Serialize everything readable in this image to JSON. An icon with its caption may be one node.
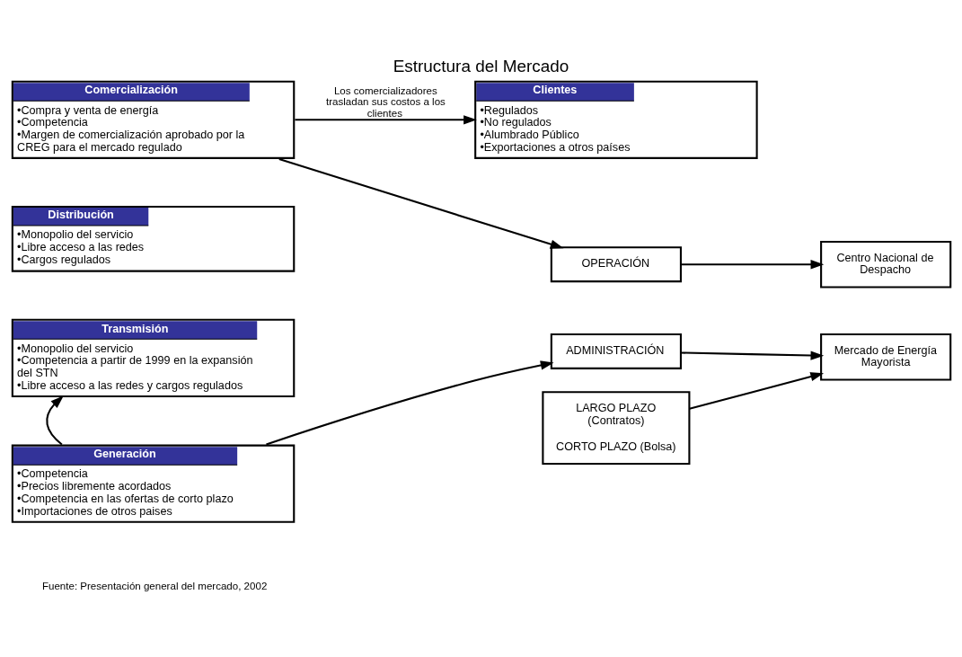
{
  "diagram": {
    "title": "Estructura del Mercado",
    "caption": "Fuente: Presentación general del mercado, 2002",
    "nodes": [
      {
        "text": [
          "Clientes",
          "•Regulados",
          "•No regulados",
          "•Alumbrado Público",
          "•Exportaciones a otros países"
        ]
      },
      {
        "text": [
          "Comercialización",
          "•Compra y venta de energía",
          "•Competencia",
          "•Margen de comercialización aprobado por la CREG para el mercado regulado"
        ]
      },
      {
        "text": [
          "Distribución",
          "•Monopolio del servicio",
          "•Libre acceso a las redes",
          "•Cargos regulados"
        ]
      },
      {
        "text": [
          "Transmisión",
          "•Monopolio del servicio",
          "•Competencia a partir de 1999 en la expansión del STN",
          "•Libre acceso a las redes y cargos regulados"
        ]
      },
      {
        "text": [
          "Generación",
          "•Competencia",
          "•Precios libremente acordados",
          "•Competencia en las ofertas de corto plazo",
          "•Importaciones de otros paises"
        ]
      },
      {
        "text": [
          "OPERACIÓN"
        ]
      },
      {
        "text": [
          "ADMINISTRACIÓN"
        ]
      },
      {
        "text": [
          "Centro Nacional de Despacho"
        ]
      },
      {
        "text": [
          "Mercado de Energía Mayorista"
        ]
      },
      {
        "text": [
          "LARGO PLAZO (Contratos)",
          "CORTO PLAZO (Bolsa)"
        ]
      }
    ],
    "edges": [
      {
        "from": 1,
        "to": 0,
        "arrow": "to",
        "label": "Los comercializadores trasladan sus costos a los clientes"
      },
      {
        "from": 1,
        "to": 5,
        "arrow": "to"
      },
      {
        "from": 4,
        "to": 6,
        "arrow": "to"
      },
      {
        "from": 4,
        "to": 3,
        "arrow": "to"
      },
      {
        "from": 5,
        "to": 7,
        "arrow": "to"
      },
      {
        "from": 6,
        "to": 8,
        "arrow": "to"
      },
      {
        "from": 9,
        "to": 8,
        "arrow": "to"
      }
    ]
  }
}
